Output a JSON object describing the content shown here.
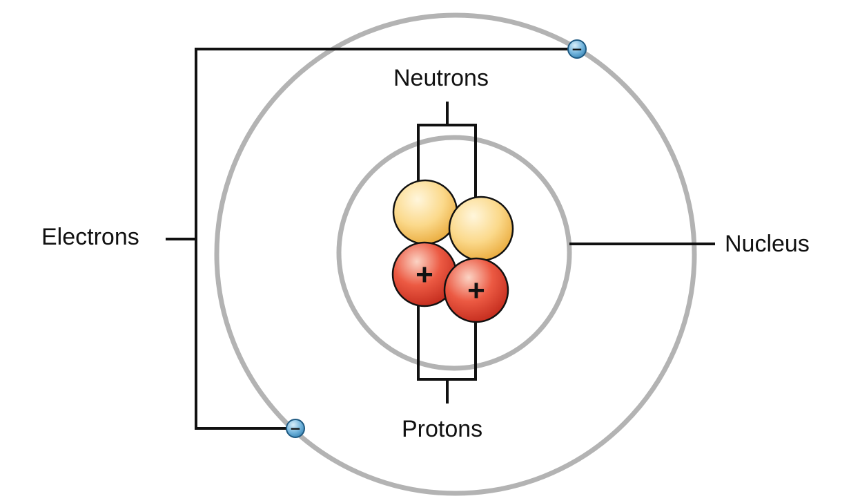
{
  "labels": {
    "neutrons": "Neutrons",
    "protons": "Protons",
    "electrons": "Electrons",
    "nucleus": "Nucleus"
  },
  "particles": {
    "proton_symbol": "+",
    "electron_symbol": "−"
  },
  "colors": {
    "orbit": "#b3b3b3",
    "leader_line": "#111111",
    "neutron_fill": "#f7c766",
    "proton_fill": "#e0442f",
    "electron_fill": "#4f9cc8"
  }
}
